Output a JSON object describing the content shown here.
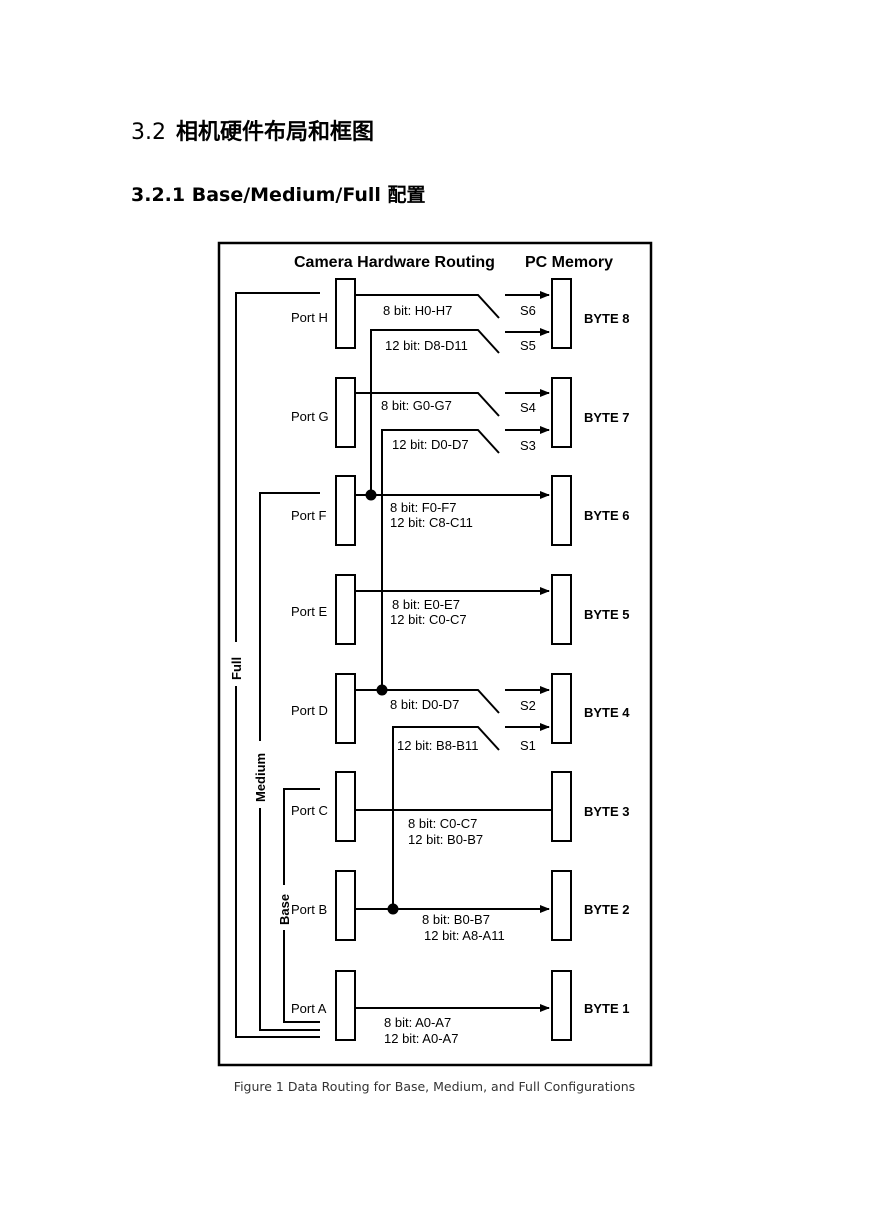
{
  "section": {
    "number": "3.2",
    "title": "相机硬件布局和框图"
  },
  "subsection": {
    "title": "3.2.1 Base/Medium/Full  配置"
  },
  "diagram": {
    "headers": {
      "routing": "Camera Hardware Routing",
      "memory": "PC Memory"
    },
    "ports": [
      "Port H",
      "Port G",
      "Port F",
      "Port E",
      "Port D",
      "Port C",
      "Port B",
      "Port A"
    ],
    "bytes": [
      "BYTE 8",
      "BYTE 7",
      "BYTE 6",
      "BYTE 5",
      "BYTE 4",
      "BYTE 3",
      "BYTE 2",
      "BYTE 1"
    ],
    "switches": [
      "S6",
      "S5",
      "S4",
      "S3",
      "S2",
      "S1"
    ],
    "routes": {
      "h8": "8 bit: H0-H7",
      "h12": "12 bit: D8-D11",
      "g8": "8 bit: G0-G7",
      "g12": "12 bit: D0-D7",
      "f8": "8 bit: F0-F7",
      "f12": "12 bit: C8-C11",
      "e8": "8 bit: E0-E7",
      "e12": "12 bit: C0-C7",
      "d8": "8 bit: D0-D7",
      "d12": "12 bit: B8-B11",
      "c8": "8 bit: C0-C7",
      "c12": "12 bit: B0-B7",
      "b8": "8 bit: B0-B7",
      "b12": "12 bit: A8-A11",
      "a8": "8 bit: A0-A7",
      "a12": "12 bit: A0-A7"
    },
    "configs": {
      "full": "Full",
      "medium": "Medium",
      "base": "Base"
    }
  },
  "caption": "Figure 1 Data Routing for Base, Medium, and Full Configurations"
}
